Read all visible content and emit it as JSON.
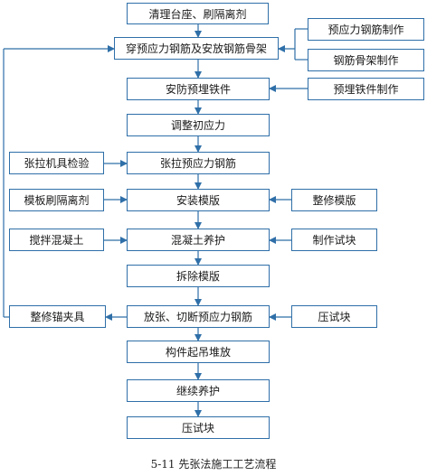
{
  "nodes": {
    "clean_platform": "清理台座、刷隔离剂",
    "thread_tendons": "穿预应力钢筋及安放钢筋骨架",
    "fabricate_tendons": "预应力钢筋制作",
    "fabricate_cage": "钢筋骨架制作",
    "install_embedded": "安防预埋铁件",
    "fabricate_embedded": "预埋铁件制作",
    "adjust_prestress": "调整初应力",
    "inspect_jack": "张拉机具检验",
    "tension_tendons": "张拉预应力钢筋",
    "formwork_release": "模板刷隔离剂",
    "install_formwork": "安装模版",
    "repair_formwork": "整修模版",
    "mix_concrete": "搅拌混凝土",
    "concrete_curing": "混凝土养护",
    "make_specimens": "制作试块",
    "remove_formwork": "拆除模版",
    "repair_anchors": "整修锚夹具",
    "release_cut": "放张、切断预应力钢筋",
    "compress_specimens": "压试块",
    "lift_stack": "构件起吊堆放",
    "continue_curing": "继续养护",
    "compress_test": "压试块"
  },
  "caption": "5-11  先张法施工工艺流程",
  "colors": {
    "line": "#2f6fa8",
    "box_border": "#2f6fa8"
  }
}
